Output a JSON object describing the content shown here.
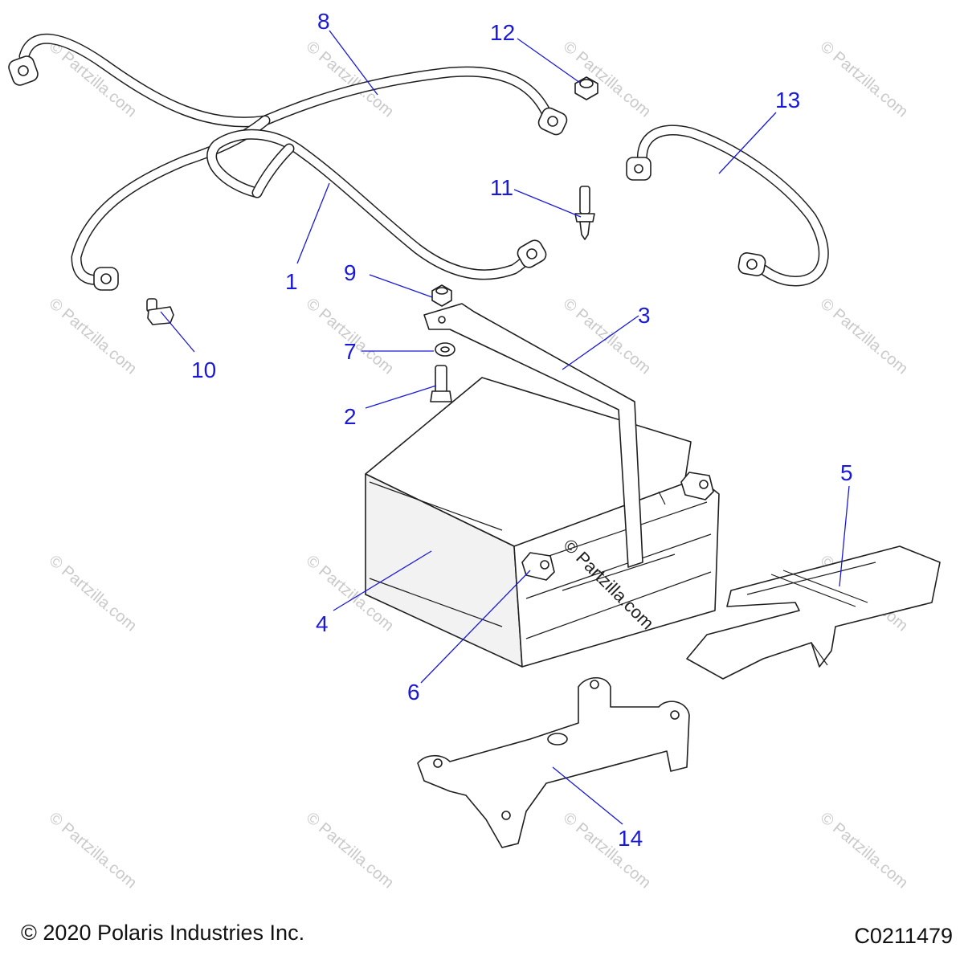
{
  "watermark": "© Partzilla.com",
  "footer": {
    "copyright": "© 2020 Polaris Industries Inc.",
    "diagram_code": "C0211479"
  },
  "callouts": [
    "1",
    "2",
    "3",
    "4",
    "5",
    "6",
    "7",
    "8",
    "9",
    "10",
    "11",
    "12",
    "13",
    "14"
  ],
  "colors": {
    "callout": "#1a1ad6",
    "linework": "#1f1f1f",
    "watermark": "#c9c9c9"
  }
}
